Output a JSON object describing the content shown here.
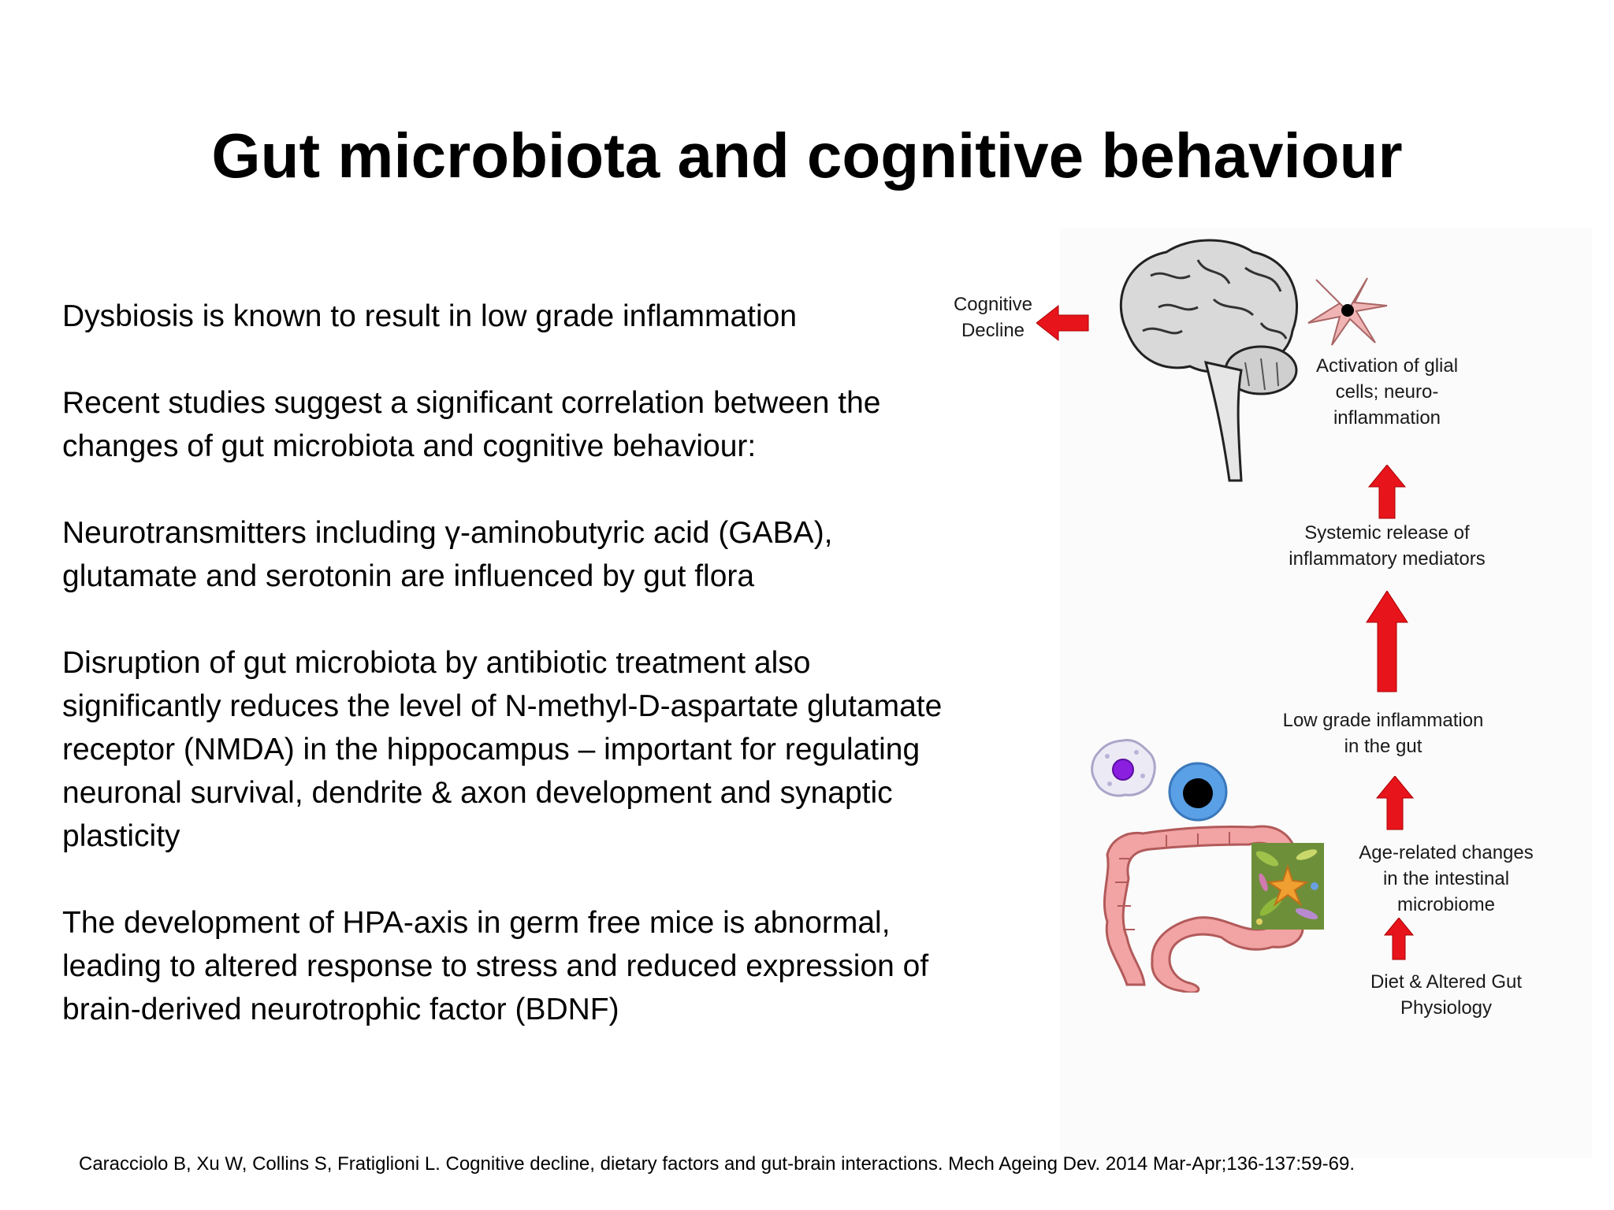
{
  "slide": {
    "title": "Gut microbiota and cognitive behaviour",
    "paragraphs": [
      "Dysbiosis is known to result in low grade inflammation",
      "Recent studies suggest a significant correlation between the\nchanges of gut microbiota and cognitive behaviour:",
      "Neurotransmitters including γ-aminobutyric acid (GABA),\nglutamate  and serotonin are influenced by gut flora",
      "Disruption of gut microbiota by antibiotic treatment also\nsignificantly reduces the level of N-methyl-D-aspartate glutamate\nreceptor (NMDA) in the hippocampus – important for regulating\nneuronal survival, dendrite & axon development and synaptic\nplasticity",
      "The development of HPA-axis in germ free mice is abnormal,\nleading to altered response to stress and reduced expression of\nbrain-derived neurotrophic factor (BDNF)"
    ],
    "citation": "Caracciolo B, Xu W, Collins S, Fratiglioni L. Cognitive decline, dietary factors and gut-brain interactions. Mech Ageing Dev. 2014 Mar-Apr;136-137:59-69."
  },
  "diagram": {
    "labels": {
      "cognitive_decline": "Cognitive\nDecline",
      "glial_activation": "Activation of glial\ncells; neuro-\ninflammation",
      "systemic_release": "Systemic release of\ninflammatory mediators",
      "low_grade_inflammation": "Low grade inflammation\nin the gut",
      "age_related_changes": "Age-related changes\nin the intestinal\nmicrobiome",
      "diet": "Diet & Altered Gut\nPhysiology"
    },
    "colors": {
      "arrow": "#e8141b",
      "brain": "#d9d9d9",
      "intestine": "#f2a3a3",
      "glial_cell": "#f0b4b4",
      "immune_cell_purple": "#8a1fe0",
      "immune_cell_blue": "#5aa0e6"
    },
    "icons": [
      "brain-icon",
      "glial-cell-icon",
      "intestine-icon",
      "immune-cell-icon",
      "macrophage-icon",
      "bacteria-image-icon"
    ]
  }
}
